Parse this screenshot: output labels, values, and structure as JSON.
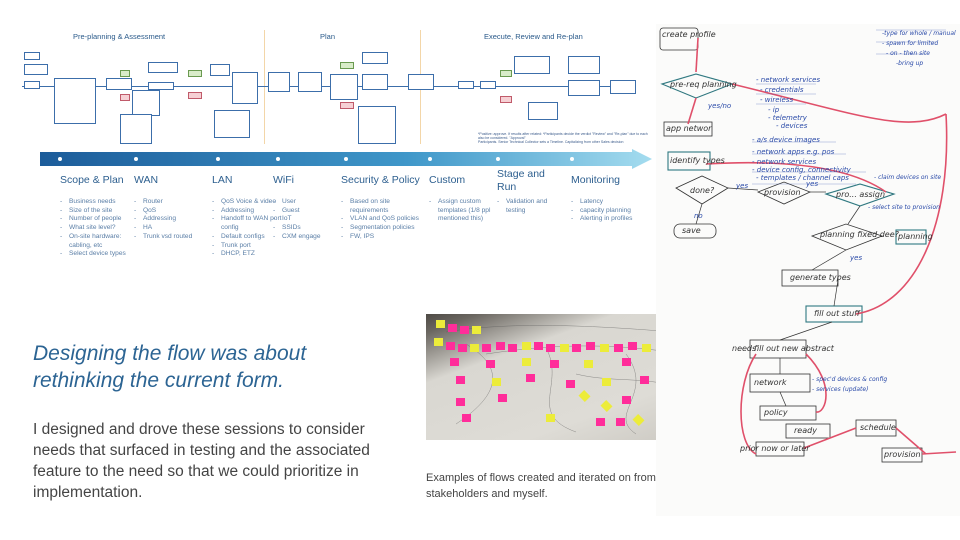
{
  "diagram": {
    "phases": [
      "Pre-planning & Assessment",
      "Plan",
      "Execute, Review and Re-plan"
    ],
    "notes": [
      "*Positive: approve. If results after related: *Participants decide the verdict \"Review\" and \"Re-plan\" due to each also be considered. \"Approval\"",
      "Participants. Senior Technical Collector sets a Timeline. Capitalizing from other Sales decision"
    ]
  },
  "timeline": {
    "color": "#2d7fc4",
    "arrow_color": "#9fd9ec",
    "categories": [
      {
        "title": "Scope & Plan",
        "items": [
          "Business needs",
          "Size of the site",
          "Number of people",
          "What site level?",
          "On-site hardware: cabling, etc",
          "Select device types"
        ]
      },
      {
        "title": "WAN",
        "items": [
          "Router",
          "QoS",
          "Addressing",
          "HA",
          "Trunk vsd routed"
        ]
      },
      {
        "title": "LAN",
        "items": [
          "QoS Voice & video",
          "Addressing",
          "Handoff to WAN port config",
          "Default configs",
          "Trunk port",
          "DHCP, ETZ"
        ]
      },
      {
        "title": "WiFi",
        "items": [
          "User",
          "Guest",
          "IoT",
          "SSIDs",
          "CXM engage"
        ]
      },
      {
        "title": "Security & Policy",
        "items": [
          "Based on site requirements",
          "VLAN and QoS policies",
          "Segmentation policies",
          "FW, IPS"
        ]
      },
      {
        "title": "Custom",
        "items": [
          "Assign custom templates (1/8 ppl mentioned this)"
        ]
      },
      {
        "title": "Stage and Run",
        "items": [
          "Validation and testing"
        ]
      },
      {
        "title": "Monitoring",
        "items": [
          "Latency",
          "capacity planning",
          "Alerting in profiles"
        ]
      }
    ]
  },
  "heading": "Designing the flow was about rethinking the current form.",
  "body": "I designed and drove these sessions to consider needs that surfaced in testing and the associated feature to the need so that we could prioritize in implementation.",
  "caption": "Examples of flows created and iterated on from sessions with customers, stakeholders and myself.",
  "sketch": {
    "labels": [
      "create profile",
      "pre-req planning",
      "yes/no",
      "app networ",
      "identify types",
      "done?",
      "yes",
      "no",
      "save",
      "provision",
      "yes",
      "pro... assign",
      "planning fixed dee?",
      "planning",
      "yes",
      "generate types",
      "fill out stuff",
      "fill out new abstract",
      "needs",
      "network",
      "ready",
      "policy",
      "schedule",
      "provision",
      "prior now or later"
    ],
    "annotations": [
      "- network services",
      "- credentials",
      "- wireless",
      "- ip",
      "- telemetry",
      "- devices",
      "- a/s device images",
      "- network apps e.g. pos",
      "- network services",
      "- device config, connectivity",
      "- templates / channel caps",
      "- claim devices on site",
      "- select site to provision",
      "- spec'd devices & config",
      "- services (update)",
      "-type for whole / manual",
      "- spawn for limited",
      "- on - then site",
      "-bring up"
    ]
  },
  "colors": {
    "accent": "#2c6493",
    "category": "#2d5f8f",
    "bullet": "#5a7ea6",
    "sticky_pink": "#ff2d9a",
    "sticky_yellow": "#ecec3a",
    "ink_blue": "#2a4aa8",
    "ink_red": "#e0506a",
    "ink_teal": "#2a8a96"
  }
}
